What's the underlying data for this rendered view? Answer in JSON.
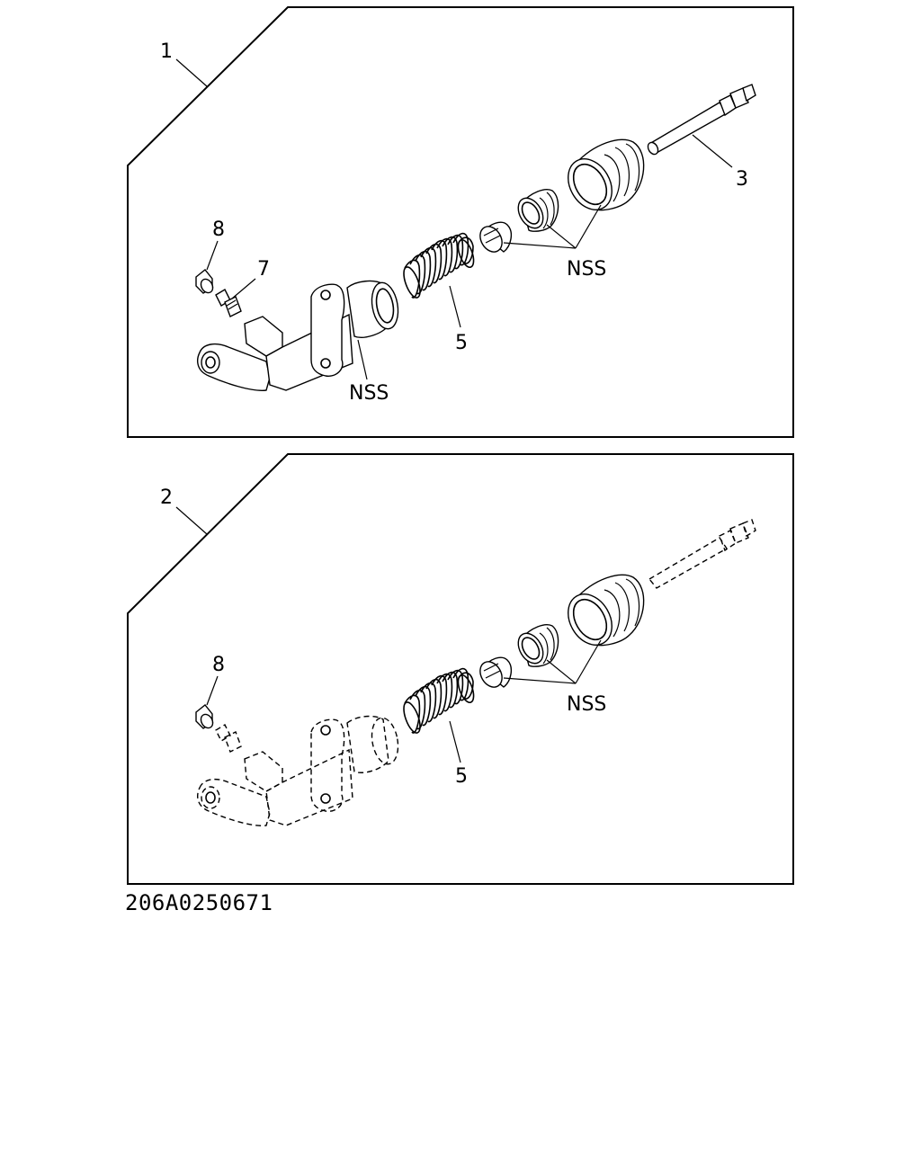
{
  "panels": [
    {
      "id": "upper",
      "assembly_callout": "1",
      "callouts": {
        "pushrod": "3",
        "boot_piston_cup": "NSS",
        "spring": "5",
        "bleeder_screw": "7",
        "bleeder_cap": "8",
        "body_seal": "NSS"
      }
    },
    {
      "id": "lower",
      "assembly_callout": "2",
      "callouts": {
        "boot_piston_cup": "NSS",
        "spring": "5",
        "bleeder_cap": "8"
      }
    }
  ],
  "drawing_number": "206A0250671"
}
